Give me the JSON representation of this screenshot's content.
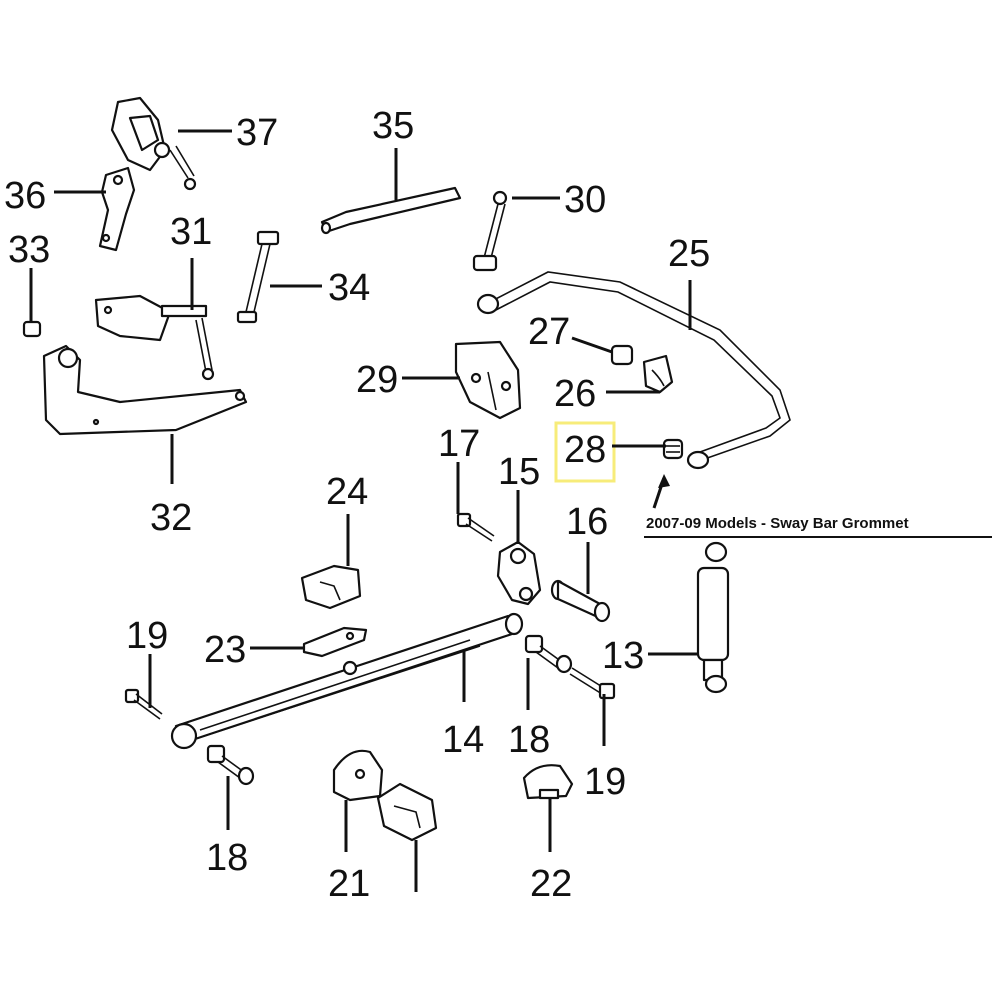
{
  "callouts": {
    "p13": "13",
    "p14": "14",
    "p15": "15",
    "p16": "16",
    "p17": "17",
    "p18a": "18",
    "p18b": "18",
    "p19a": "19",
    "p19b": "19",
    "p21": "21",
    "p22": "22",
    "p23": "23",
    "p24": "24",
    "p25": "25",
    "p26": "26",
    "p27": "27",
    "p28": "28",
    "p29": "29",
    "p30": "30",
    "p31": "31",
    "p32": "32",
    "p33": "33",
    "p34": "34",
    "p35": "35",
    "p36": "36",
    "p37": "37"
  },
  "note": {
    "text": "2007-09 Models - Sway Bar Grommet"
  },
  "colors": {
    "highlight": "#f7ec7a",
    "ink": "#111111"
  }
}
